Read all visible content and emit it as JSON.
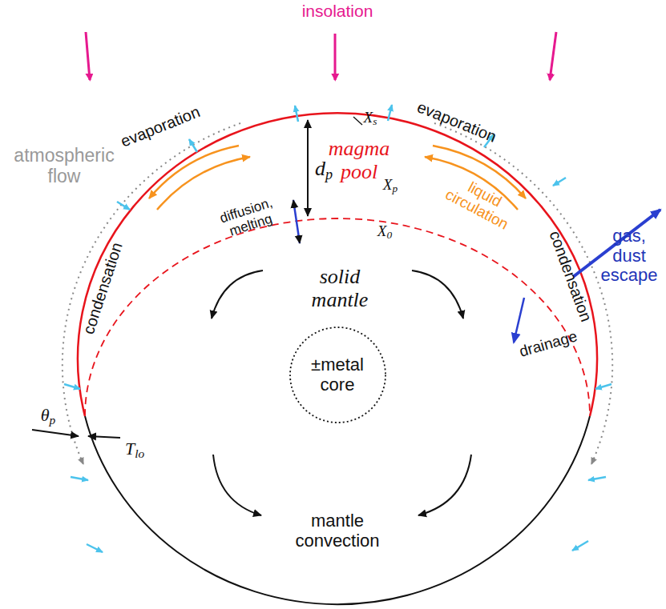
{
  "diagram": {
    "nodes": [
      {
        "text": [
          "±metal core"
        ]
      }
    ],
    "labels": [
      "insolation",
      "atmospheric flow",
      "evaporation",
      "evaporation",
      "condensation",
      "condensation",
      "magma pool",
      "Xs",
      "Xp",
      "X0",
      "dp",
      "liquid circulation",
      "diffusion, melting",
      "solid mantle",
      "mantle convection",
      "gas, dust escape",
      "drainage",
      "θp",
      "Tlo"
    ]
  }
}
